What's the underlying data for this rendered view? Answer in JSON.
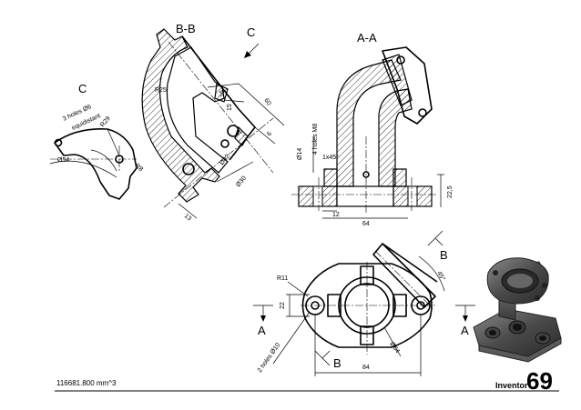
{
  "views": {
    "detail_c": {
      "label": "C",
      "dims": [
        "3 holes Ø6",
        "equidistant",
        "R29",
        "Ø54",
        "R8"
      ]
    },
    "section_bb": {
      "label": "B-B",
      "dims": [
        "R25",
        "16",
        "15",
        "60",
        "6",
        "Ø42",
        "Ø30",
        "13"
      ]
    },
    "view_arrow_c": {
      "label": "C"
    },
    "section_aa": {
      "label": "A-A",
      "dims": [
        "4 holes M8",
        "Ø14",
        "1x45°",
        "22,5",
        "12",
        "64"
      ]
    },
    "top_view": {
      "dims": [
        "R11",
        "22",
        "45°",
        "2 holes Ø10",
        "Ø64",
        "84"
      ],
      "cut_a_left": "A",
      "cut_a_right": "A",
      "cut_b_top": "B",
      "cut_b_bottom": "B"
    }
  },
  "footer": {
    "volume": "116681.800 mm^3",
    "software": "Inventor",
    "number": "69"
  }
}
